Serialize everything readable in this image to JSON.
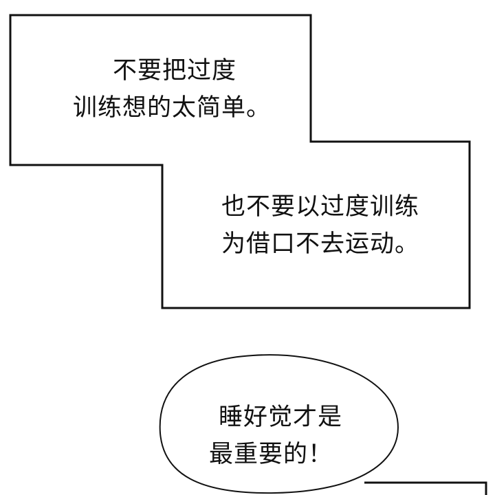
{
  "panel_top": {
    "line1": "不要把过度",
    "line2": "训练想的太简单。"
  },
  "panel_middle": {
    "line1": "也不要以过度训练",
    "line2": "为借口不去运动。"
  },
  "speech_bubble": {
    "line1": "睡好觉才是",
    "line2": "最重要的！"
  },
  "colors": {
    "background": "#ffffff",
    "outline": "#111111",
    "text": "#111111"
  }
}
